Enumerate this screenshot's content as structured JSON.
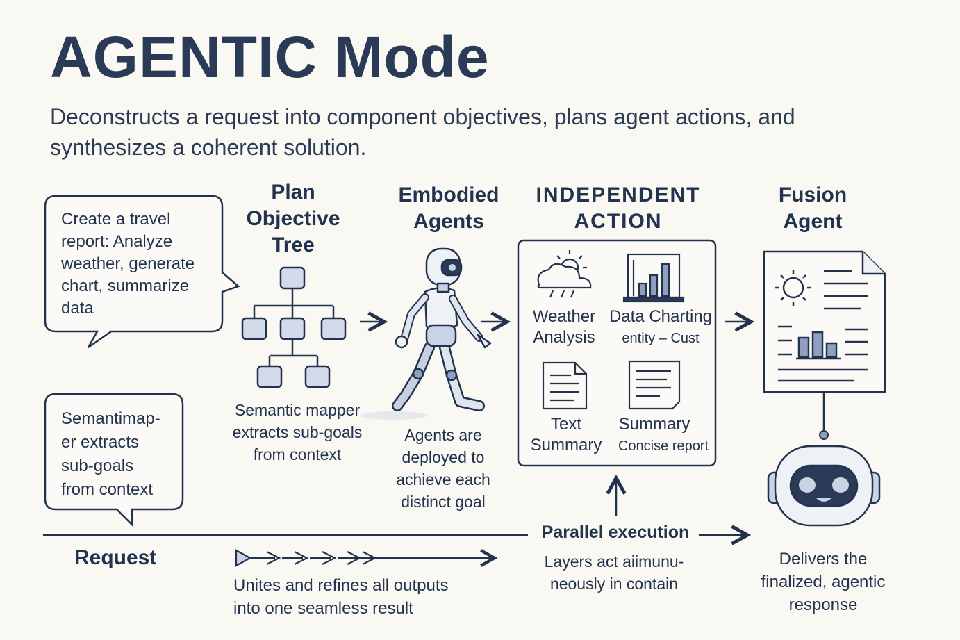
{
  "title": "AGENTIC Mode",
  "subtitle": "Deconstructs a request into component objectives, plans agent actions, and synthesizes a coherent solution.",
  "bubble_top": [
    "Create a travel",
    "report: Analyze",
    "weather, generate",
    "chart, summarize",
    "data"
  ],
  "bubble_bottom": [
    "Semantimap-",
    "er extracts",
    "sub-goals",
    "from context"
  ],
  "plan": {
    "heading": [
      "Plan",
      "Objective",
      "Tree"
    ],
    "caption": [
      "Semantic mapper",
      "extracts sub-goals",
      "from context"
    ]
  },
  "agents": {
    "heading": [
      "Embodied",
      "Agents"
    ],
    "caption": [
      "Agents are",
      "deployed to",
      "achieve each",
      "distinct goal"
    ]
  },
  "independent": {
    "heading": [
      "INDEPENDENT",
      "ACTION"
    ],
    "tasks": [
      {
        "label": [
          "Weather",
          "Analysis"
        ],
        "sub": ""
      },
      {
        "label": [
          "Data Charting"
        ],
        "sub": "entity – Cust"
      },
      {
        "label": [
          "Text",
          "Summary"
        ],
        "sub": ""
      },
      {
        "label": [
          "Summary"
        ],
        "sub": "Concise report"
      }
    ]
  },
  "fusion": {
    "heading": [
      "Fusion",
      "Agent"
    ],
    "caption": [
      "Delivers the",
      "finalized, agentic",
      "response"
    ]
  },
  "bottom": {
    "request": "Request",
    "unites": [
      "Unites and refines all outputs",
      "into one seamless result"
    ],
    "parallel": "Parallel execution",
    "layers": [
      "Layers act aiimunu-",
      "neously in contain"
    ]
  },
  "colors": {
    "background": "#f9f8f3",
    "ink": "#23324d",
    "accent_fill": "#c9d3e6",
    "bar_fill": "#8e9fc0"
  }
}
